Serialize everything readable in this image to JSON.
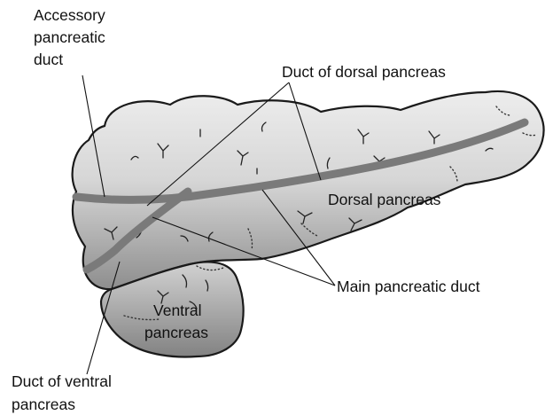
{
  "labels": {
    "accessory_duct": [
      "Accessory",
      "pancreatic",
      "duct"
    ],
    "duct_dorsal": "Duct of dorsal pancreas",
    "dorsal_pancreas": "Dorsal pancreas",
    "main_duct": "Main pancreatic duct",
    "ventral_pancreas": [
      "Ventral",
      "pancreas"
    ],
    "duct_ventral": [
      "Duct of ventral",
      "pancreas"
    ]
  },
  "colors": {
    "tissue_light": "#e4e4e4",
    "tissue_dark": "#8c8c8c",
    "duct": "#7a7a7a",
    "outline": "#1a1a1a"
  }
}
